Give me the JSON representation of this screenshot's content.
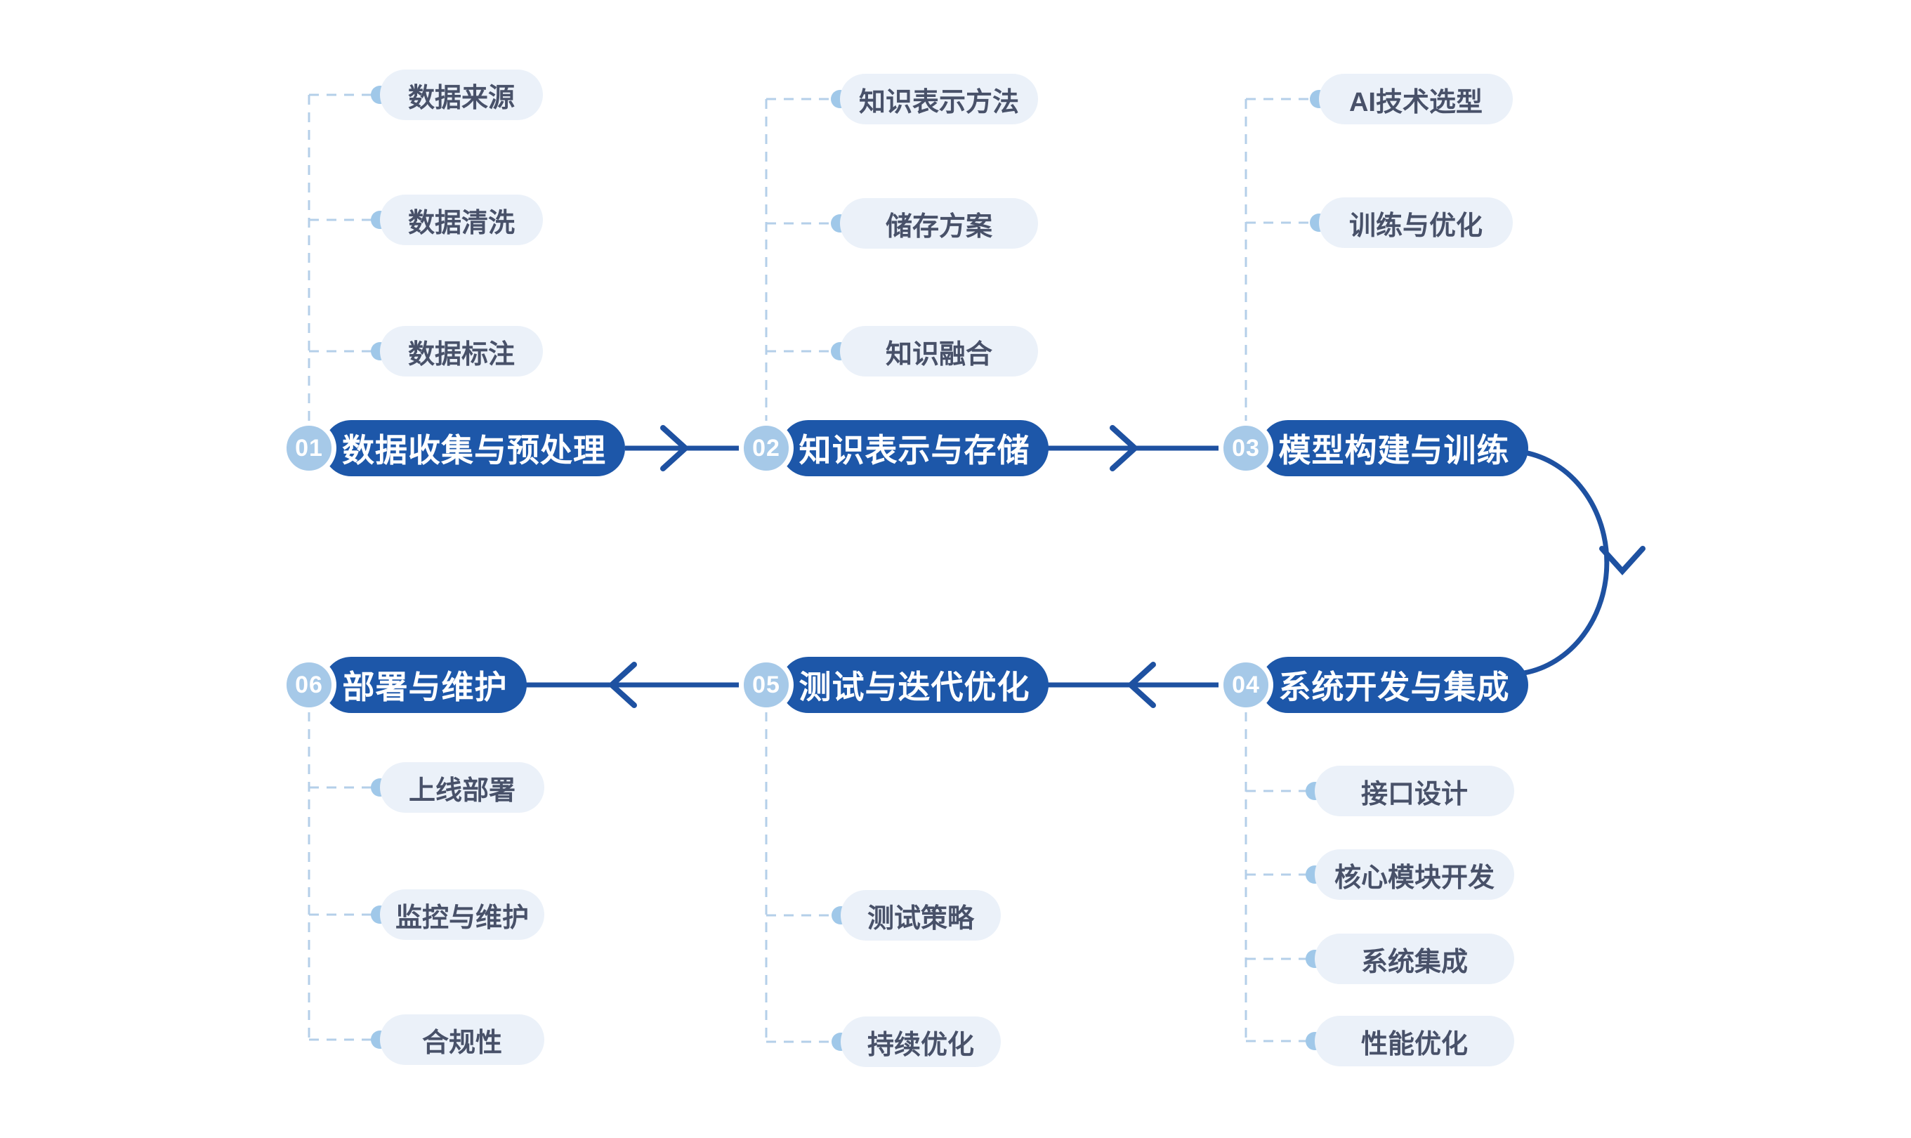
{
  "colors": {
    "bg": "#ffffff",
    "main-blue": "#1d57a9",
    "line-blue": "#1e51a1",
    "circle-blue": "#a6c9e8",
    "dash-blue": "#b4cfe9",
    "dot-blue": "#a0c8e9",
    "sub-pill-bg": "#ebf1f9",
    "sub-text": "#485169"
  },
  "steps": [
    {
      "number": "01",
      "label": "数据收集与预处理",
      "subtopics": [
        "数据来源",
        "数据清洗",
        "数据标注"
      ]
    },
    {
      "number": "02",
      "label": "知识表示与存储",
      "subtopics": [
        "知识表示方法",
        "储存方案",
        "知识融合"
      ]
    },
    {
      "number": "03",
      "label": "模型构建与训练",
      "subtopics": [
        "AI技术选型",
        "训练与优化"
      ]
    },
    {
      "number": "04",
      "label": "系统开发与集成",
      "subtopics": [
        "接口设计",
        "核心模块开发",
        "系统集成",
        "性能优化"
      ]
    },
    {
      "number": "05",
      "label": "测试与迭代优化",
      "subtopics": [
        "测试策略",
        "持续优化"
      ]
    },
    {
      "number": "06",
      "label": "部署与维护",
      "subtopics": [
        "上线部署",
        "监控与维护",
        "合规性"
      ]
    }
  ]
}
